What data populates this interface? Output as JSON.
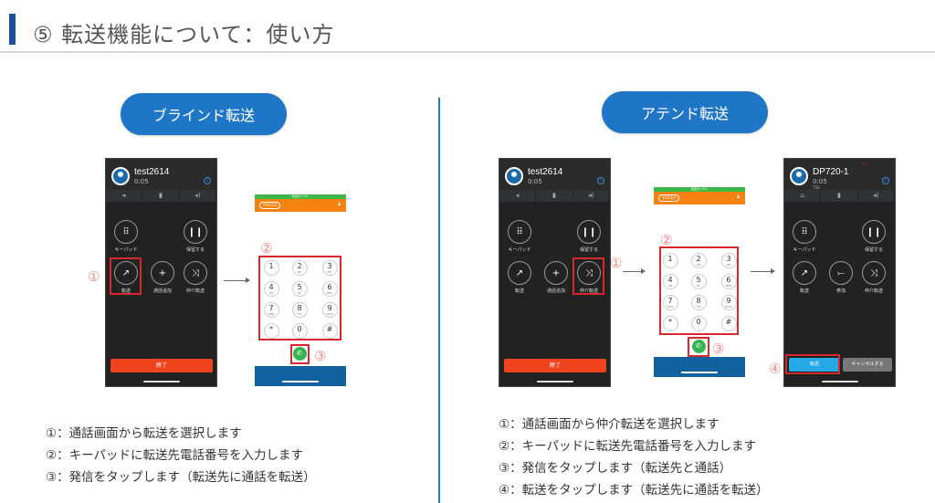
{
  "header": {
    "title": "⑤ 転送機能について：使い方"
  },
  "sections": {
    "blind": {
      "label": "ブラインド転送",
      "steps": [
        "①：通話画面から転送を選択します",
        "②：キーパッドに転送先電話番号を入力します",
        "③：発信をタップします（転送先に通話を転送）"
      ],
      "markers": [
        "①",
        "②",
        "③"
      ]
    },
    "attend": {
      "label": "アテンド転送",
      "steps": [
        "①：通話画面から仲介転送を選択します",
        "②：キーパッドに転送先電話番号を入力します",
        "③：発信をタップします（転送先と通話）",
        "④：転送をタップします（転送先に通話を転送）"
      ],
      "markers": [
        "①",
        "②",
        "③",
        "④"
      ]
    }
  },
  "call_screen": {
    "name": "test2614",
    "time": "0:05",
    "buttons": {
      "keypad": "キーパッド",
      "hold": "保留する",
      "transfer": "転送",
      "add_call": "通話追加",
      "attended_transfer": "仲介転送"
    },
    "end": "終了"
  },
  "call_screen_2": {
    "name": "DP720-1",
    "time": "0:05",
    "sub": "750",
    "buttons": {
      "keypad": "キーパッド",
      "hold": "保留する",
      "transfer": "転送",
      "join": "参加",
      "attended_transfer": "仲介転送"
    },
    "transfer_btn": "転送",
    "cancel_btn": "キャンセルする"
  },
  "dialpad": {
    "banner": "転送ダイヤル",
    "brand": "VOICEX",
    "keys": [
      {
        "d": "1",
        "l": ""
      },
      {
        "d": "2",
        "l": "ABC"
      },
      {
        "d": "3",
        "l": "DEF"
      },
      {
        "d": "4",
        "l": "GHI"
      },
      {
        "d": "5",
        "l": "JKL"
      },
      {
        "d": "6",
        "l": "MNO"
      },
      {
        "d": "7",
        "l": "PQRS"
      },
      {
        "d": "8",
        "l": "TUV"
      },
      {
        "d": "9",
        "l": "WXYZ"
      },
      {
        "d": "*",
        "l": ""
      },
      {
        "d": "0",
        "l": "+"
      },
      {
        "d": "#",
        "l": ""
      }
    ]
  },
  "colors": {
    "accent": "#1f76c6",
    "end": "#f0441e",
    "call": "#35b552",
    "highlight": "#d9272e",
    "marker": "#f28a8a"
  }
}
